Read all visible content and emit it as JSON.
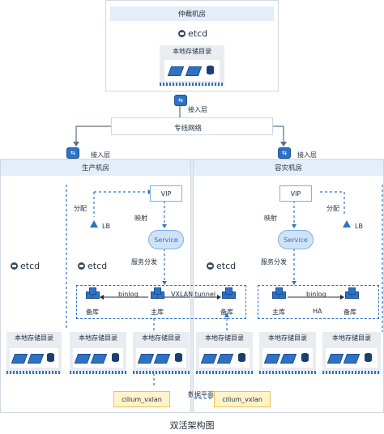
{
  "arbiter": {
    "title": "仲裁机房",
    "etcd": "etcd",
    "storage": "本地存储目录"
  },
  "access_layer": "接入层",
  "dedicated_network": "专线网络",
  "prod": {
    "title": "生产机房",
    "vip": "VIP",
    "service": "Service",
    "map": "映射",
    "dispatch": "分配",
    "lb": "LB",
    "service_dispatch": "服务分发",
    "etcd": "etcd",
    "binlog": "binlog",
    "standby": "备库",
    "primary": "主库",
    "storage": "本地存储目录",
    "cilium": "cilium_vxlan"
  },
  "dr": {
    "title": "容灾机房",
    "vip": "VIP",
    "service": "Service",
    "map": "映射",
    "dispatch": "分配",
    "lb": "LB",
    "service_dispatch": "服务分发",
    "etcd": "etcd",
    "binlog": "binlog",
    "ha": "HA",
    "primary": "主库",
    "standby": "备库",
    "storage": "本地存储目录",
    "cilium": "cilium_vxlan"
  },
  "vxlan_tunnel": "VXLAN tunnel",
  "data_plane": "数据平面",
  "footer": "双活架构图",
  "colors": {
    "accent": "#2f72c4",
    "header_bg": "#e3eef9",
    "border": "#7fb0e4",
    "cilium_bg": "#fff3cc"
  }
}
